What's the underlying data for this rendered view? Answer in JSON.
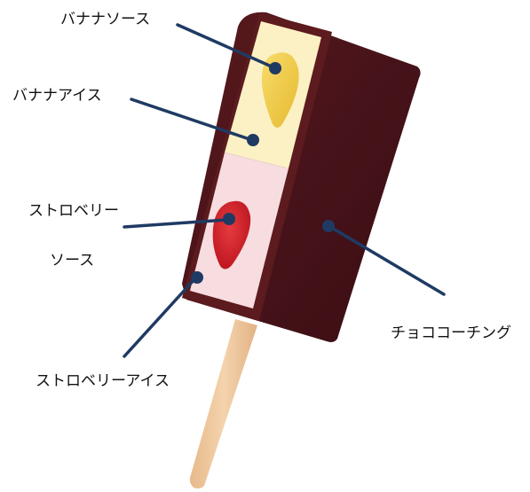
{
  "labels": {
    "banana_sauce": "バナナソース",
    "banana_ice": "バナナアイス",
    "strawberry_sauce_line1": "ストロベリー",
    "strawberry_sauce_line2": "ソース",
    "chocolate_coating": "チョココーチング",
    "strawberry_ice": "ストロベリーアイス"
  },
  "colors": {
    "leader_line": "#1f3a63",
    "chocolate": "#4a1416",
    "banana_ice": "#fbf1c4",
    "banana_sauce": "#f2cf4f",
    "strawberry_ice": "#f7dce0",
    "strawberry_sauce": "#d4202a",
    "stick": "#f0cba0"
  }
}
